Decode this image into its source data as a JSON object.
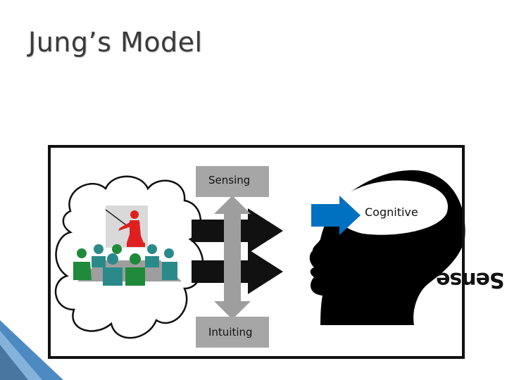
{
  "slide": {
    "title": "Jung’s Model"
  },
  "diagram": {
    "sensing_label": "Sensing",
    "intuiting_label": "Intuiting",
    "cognitive_label": "Cognitive",
    "sense_text": "Sense"
  },
  "colors": {
    "arrow_blue": "#0070c0",
    "box_gray": "#a6a6a6",
    "figure_red": "#e02020",
    "people_green": "#1f8a3a",
    "people_teal": "#2a8a8a"
  },
  "icons": [
    "cloud-icon",
    "teacher-icon",
    "audience-icon",
    "head-silhouette-icon"
  ]
}
